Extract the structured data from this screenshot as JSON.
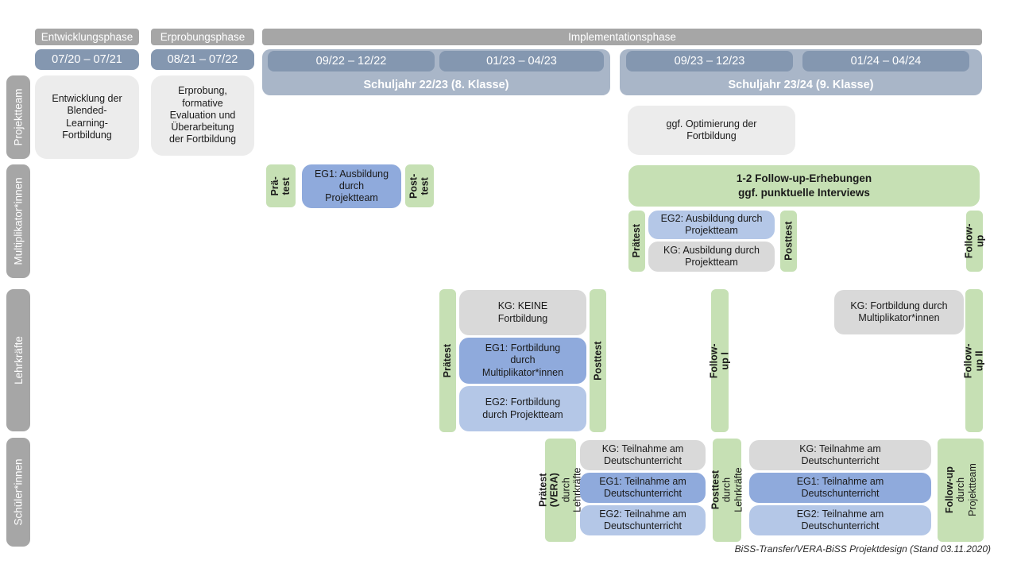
{
  "caption": "BiSS-Transfer/VERA-BiSS Projektdesign (Stand 03.11.2020)",
  "phases": {
    "entwicklung": "Entwicklungsphase",
    "erprobung": "Erprobungsphase",
    "implementation": "Implementationsphase"
  },
  "timeline": {
    "d_0720_0721": "07/20 – 07/21",
    "d_0821_0722": "08/21 – 07/22",
    "d_0922_1222": "09/22 – 12/22",
    "d_0123_0423": "01/23 – 04/23",
    "d_0923_1223": "09/23 – 12/23",
    "d_0124_0424": "01/24 – 04/24",
    "sy_2223": "Schuljahr 22/23 (8. Klasse)",
    "sy_2324": "Schuljahr 23/24 (9. Klasse)"
  },
  "row_labels": {
    "projektteam": "Projektteam",
    "multiplikatoren": "Multiplikator*innen",
    "lehrkraefte": "Lehrkräfte",
    "schueler": "Schüler*innen"
  },
  "projektteam": {
    "entwicklung": "Entwicklung der\nBlended-\nLearning-\nFortbildung",
    "erprobung": "Erprobung,\nformative\nEvaluation und\nÜberarbeitung\nder Fortbildung",
    "optimierung": "ggf. Optimierung der\nFortbildung"
  },
  "multiplikatoren": {
    "praetest_sy1": "Prä-\ntest",
    "eg1_sy1": "EG1: Ausbildung\ndurch\nProjektteam",
    "posttest_sy1": "Post-\ntest",
    "followup_box": "1-2 Follow-up-Erhebungen\nggf. punktuelle Interviews",
    "praetest_sy2": "Prätest",
    "eg2_sy2": "EG2: Ausbildung durch\nProjektteam",
    "kg_sy2": "KG: Ausbildung durch\nProjektteam",
    "posttest_sy2": "Posttest",
    "followup_sy2": "Follow-up"
  },
  "lehrkraefte": {
    "praetest": "Prätest",
    "kg": "KG: KEINE\nFortbildung",
    "eg1": "EG1: Fortbildung\ndurch\nMultiplikator*innen",
    "eg2": "EG2: Fortbildung\ndurch Projektteam",
    "posttest": "Posttest",
    "followup1": "Follow-up I",
    "kg_sy2": "KG: Fortbildung durch\nMultiplikator*innen",
    "followup2": "Follow-up II"
  },
  "schueler": {
    "praetest_main": "Prätest (VERA)",
    "praetest_sub": "durch Lehrkräfte",
    "kg": "KG: Teilnahme am\nDeutschunterricht",
    "eg1": "EG1: Teilnahme am\nDeutschunterricht",
    "eg2": "EG2: Teilnahme am\nDeutschunterricht",
    "posttest_main": "Posttest",
    "posttest_sub": "durch Lehrkräfte",
    "followup_main": "Follow-up",
    "followup_sub": "durch\nProjektteam"
  },
  "colors": {
    "phase_bar": "#a6a6a6",
    "date_box": "#8497b0",
    "school_year_box": "#a9b6c8",
    "projektteam_box": "#ececec",
    "kg_box": "#d9d9d9",
    "eg1_box": "#8faadc",
    "eg2_box": "#b4c7e7",
    "test_green": "#c6e0b4"
  }
}
